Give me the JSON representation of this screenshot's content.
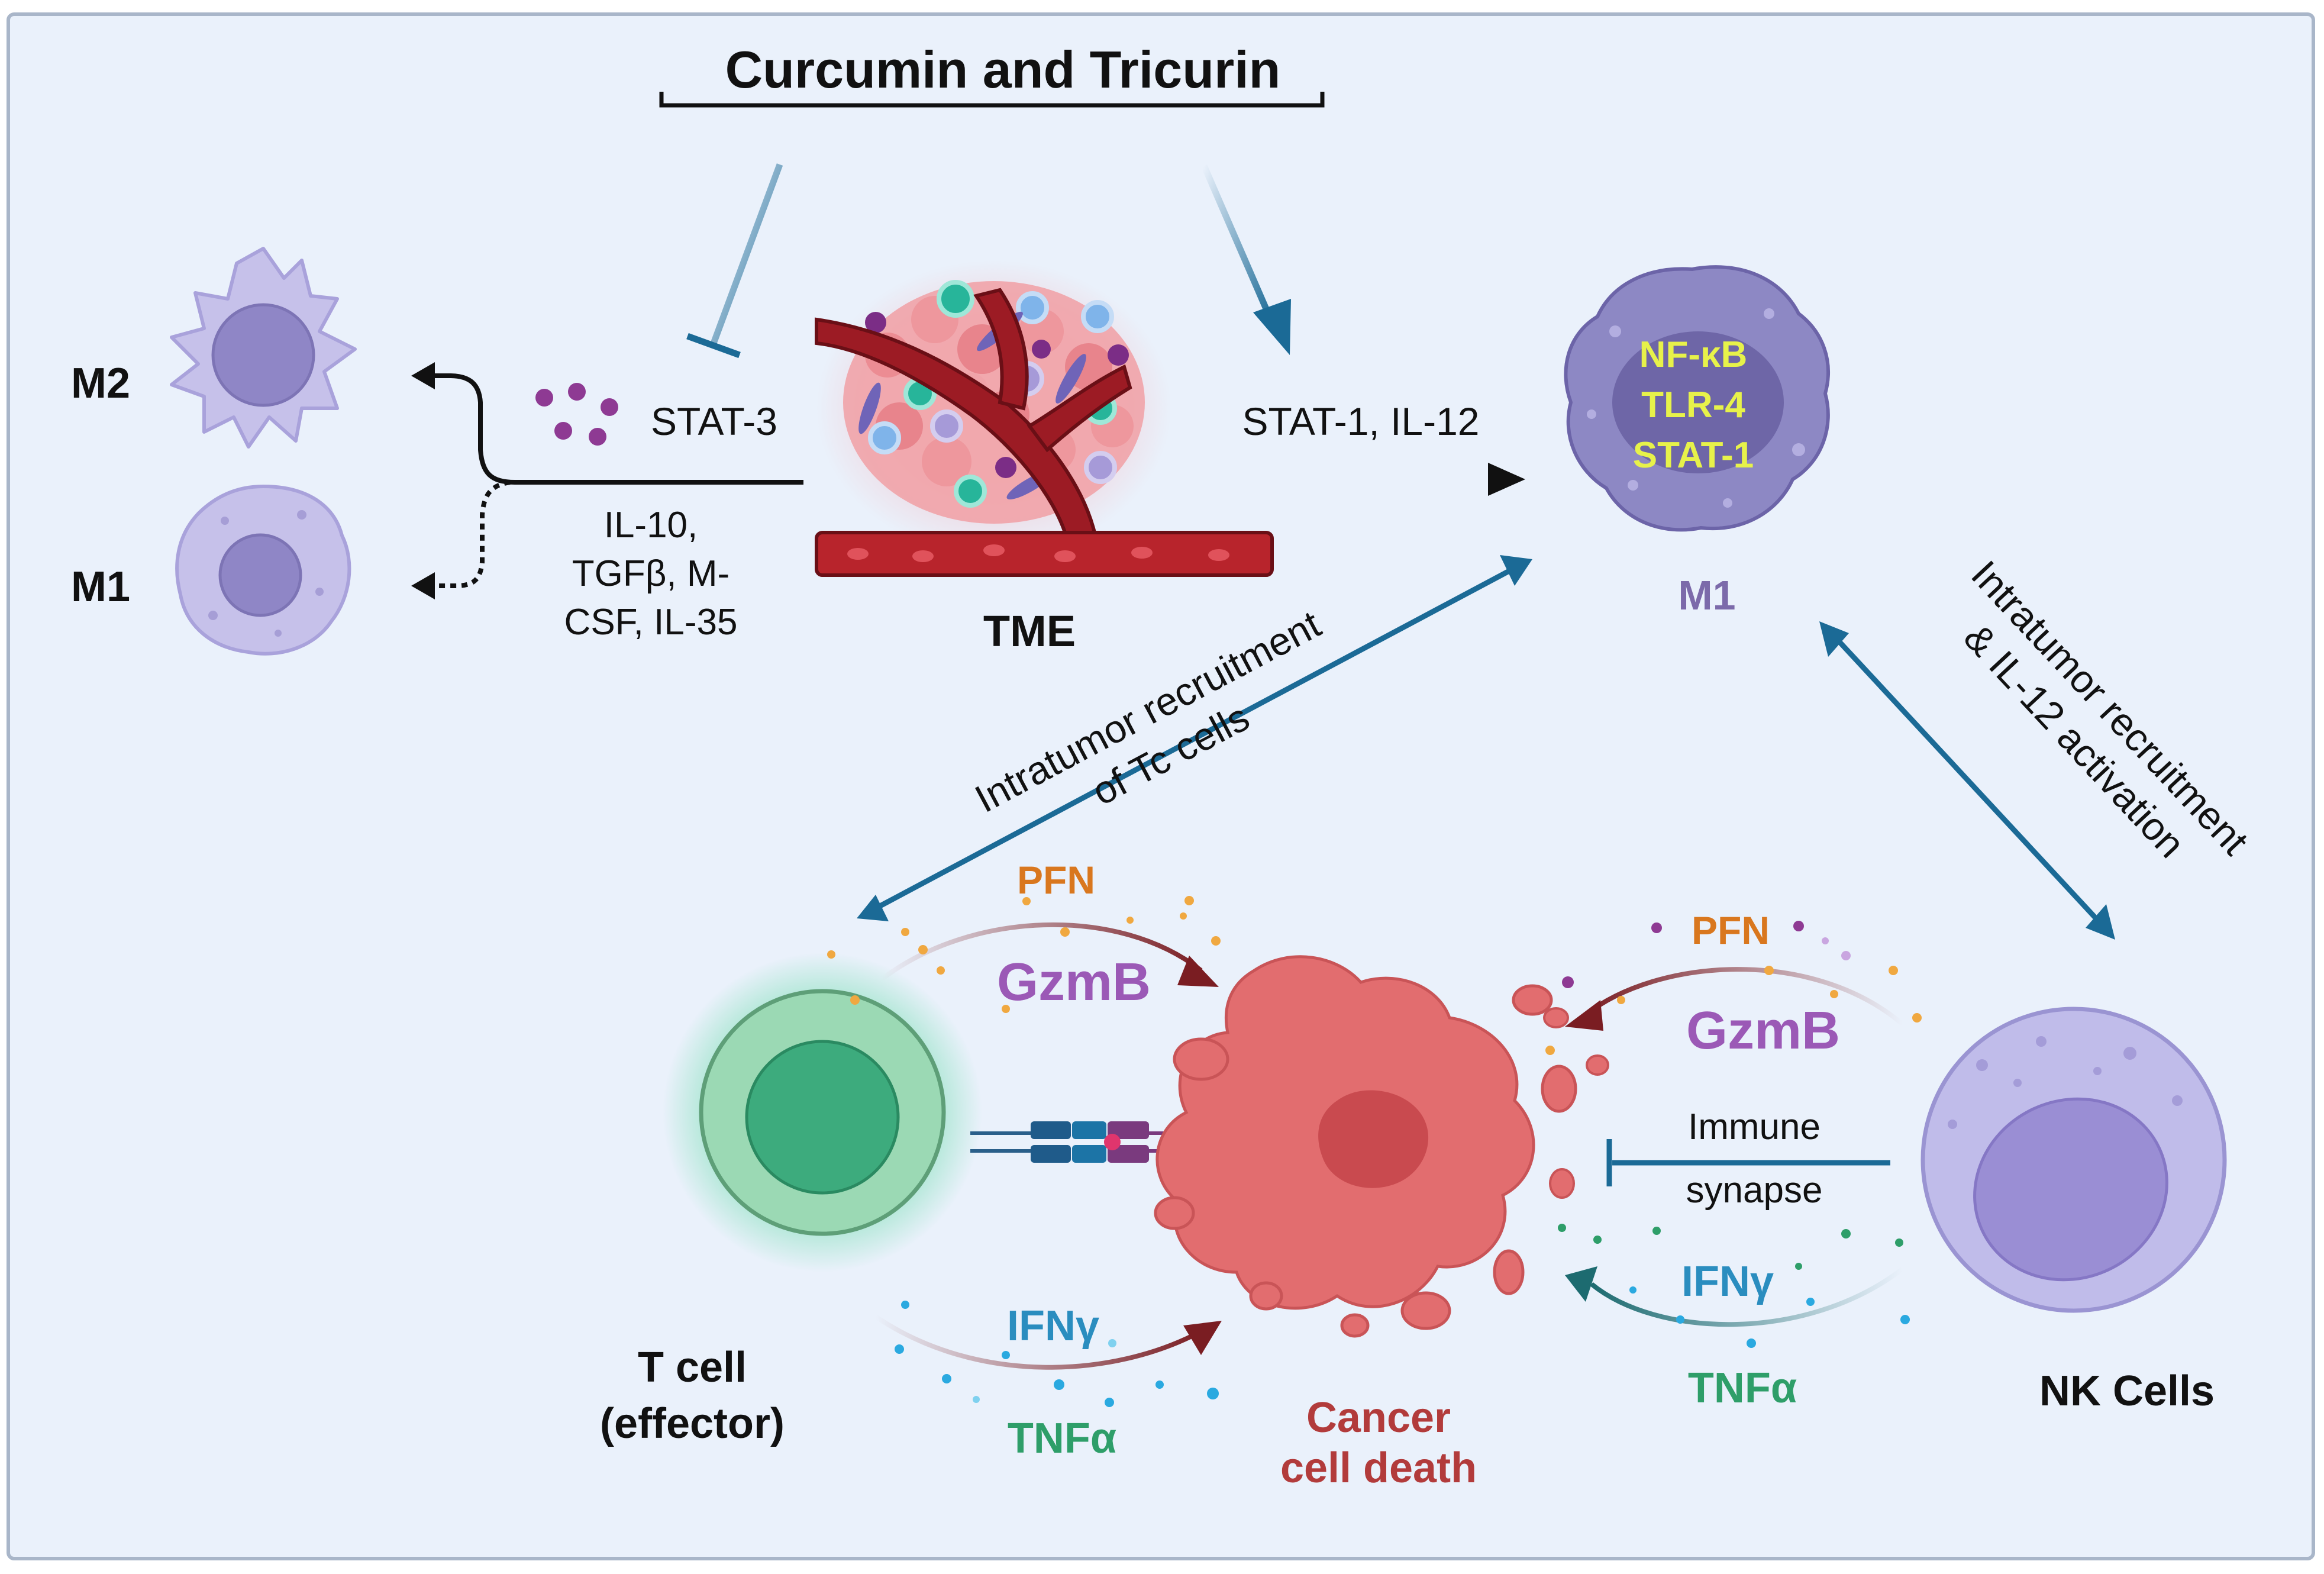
{
  "title": "Curcumin and Tricurin",
  "left_panel": {
    "m2_label": "M2",
    "m1_label": "M1",
    "stat3_label": "STAT-3",
    "cytokines_line1": "IL-10,",
    "cytokines_line2": "TGFβ, M-",
    "cytokines_line3": "CSF, IL-35"
  },
  "tme": {
    "label": "TME"
  },
  "right_panel": {
    "stat1_il12_label": "STAT-1, IL-12",
    "m1_markers": [
      "NF-κB",
      "TLR-4",
      "STAT-1"
    ],
    "m1_cell_label": "M1"
  },
  "tc_arrow": {
    "line1": "Intratumor recruitment",
    "line2": "of Tc cells"
  },
  "nk_arrow": {
    "line1": "Intratumor recruitment",
    "line2": "& IL-12 activation"
  },
  "t_cell": {
    "label_line1": "T cell",
    "label_line2": "(effector)",
    "top_labels": [
      "PFN",
      "GzmB"
    ],
    "bottom_labels": [
      "IFNγ",
      "TNFα"
    ]
  },
  "cancer": {
    "label_line1": "Cancer",
    "label_line2": "cell death"
  },
  "nk_cell": {
    "label": "NK Cells",
    "top_labels": [
      "PFN",
      "GzmB"
    ],
    "bottom_labels": [
      "IFNγ",
      "TNFα"
    ],
    "synapse_line1": "Immune",
    "synapse_line2": "synapse"
  },
  "colors": {
    "background": "#eaf1fb",
    "frame": "#a9b6c9",
    "blue_arrow": "#1b6a96",
    "pfn": "#d9771e",
    "gzmb": "#9b59b6",
    "ifng": "#2a8dbf",
    "tnfa": "#2e9e69",
    "cancer_label": "#b23b3b",
    "m1_label": "#7c6aaa",
    "marker_text": "#e7f24a"
  }
}
